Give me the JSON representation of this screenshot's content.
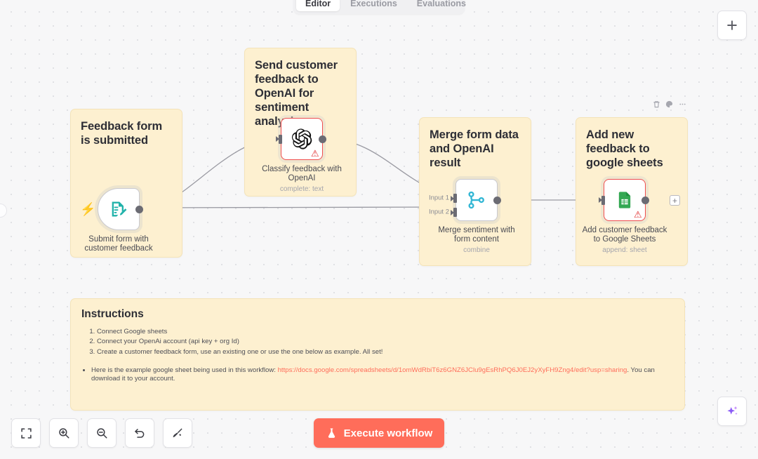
{
  "tabs": [
    {
      "label": "Editor",
      "active": true
    },
    {
      "label": "Executions",
      "active": false
    },
    {
      "label": "Evaluations",
      "active": false
    }
  ],
  "sticky_notes": [
    {
      "id": "note-trigger",
      "title": "Feedback form is submitted"
    },
    {
      "id": "note-openai",
      "title": "Send customer feedback to OpenAI for sentiment analysis"
    },
    {
      "id": "note-merge",
      "title": "Merge form data and OpenAI result"
    },
    {
      "id": "note-sheets",
      "title": "Add new feedback to google sheets"
    }
  ],
  "nodes": [
    {
      "id": "form-trigger",
      "label": "Submit form with customer feedback",
      "subtitle": "",
      "icon": "form-icon",
      "state": "ok",
      "is_trigger": true,
      "inputs": [],
      "has_output_plus": false
    },
    {
      "id": "openai",
      "label": "Classify feedback with OpenAI",
      "subtitle": "complete: text",
      "icon": "openai-icon",
      "state": "error",
      "is_trigger": false,
      "inputs": [
        ""
      ],
      "has_output_plus": false
    },
    {
      "id": "merge",
      "label": "Merge sentiment with form content",
      "subtitle": "combine",
      "icon": "merge-icon",
      "state": "ok",
      "is_trigger": false,
      "inputs": [
        "Input 1",
        "Input 2"
      ],
      "has_output_plus": false
    },
    {
      "id": "google-sheets",
      "label": "Add customer feedback to Google Sheets",
      "subtitle": "append: sheet",
      "icon": "google-sheets-icon",
      "state": "error",
      "is_trigger": false,
      "inputs": [
        ""
      ],
      "has_output_plus": true
    }
  ],
  "instructions": {
    "title": "Instructions",
    "steps": [
      "Connect Google sheets",
      "Connect your OpenAi account (api key + org Id)",
      "Create a customer feedback form, use an existing one or use the one below as example. All set!"
    ],
    "bullet_prefix": "Here is the example google sheet being used in this workflow:",
    "link_text": "https://docs.google.com/spreadsheets/d/1omWdRbiT6z6GNZ6JClu9gEsRhPQ6J0EJ2yXyFH9Zng4/edit?usp=sharing",
    "bullet_suffix": ". You can download it to your account."
  },
  "toolbar": {
    "execute_label": "Execute workflow",
    "buttons": [
      {
        "name": "fit-view-button",
        "icon": "fit-view-icon"
      },
      {
        "name": "zoom-in-button",
        "icon": "zoom-in-icon"
      },
      {
        "name": "zoom-out-button",
        "icon": "zoom-out-icon"
      },
      {
        "name": "reset-zoom-button",
        "icon": "undo-icon"
      },
      {
        "name": "tidy-up-button",
        "icon": "broom-icon"
      }
    ]
  },
  "note_toolbar": {
    "delete": "trash-icon",
    "color": "palette-icon",
    "more": "ellipsis-icon"
  },
  "colors": {
    "accent": "#ff6d5a",
    "sticky": "#fdf0d0",
    "error": "#f04e4e",
    "canvas": "#f7f7f8",
    "node_border": "#c9c9cf"
  }
}
